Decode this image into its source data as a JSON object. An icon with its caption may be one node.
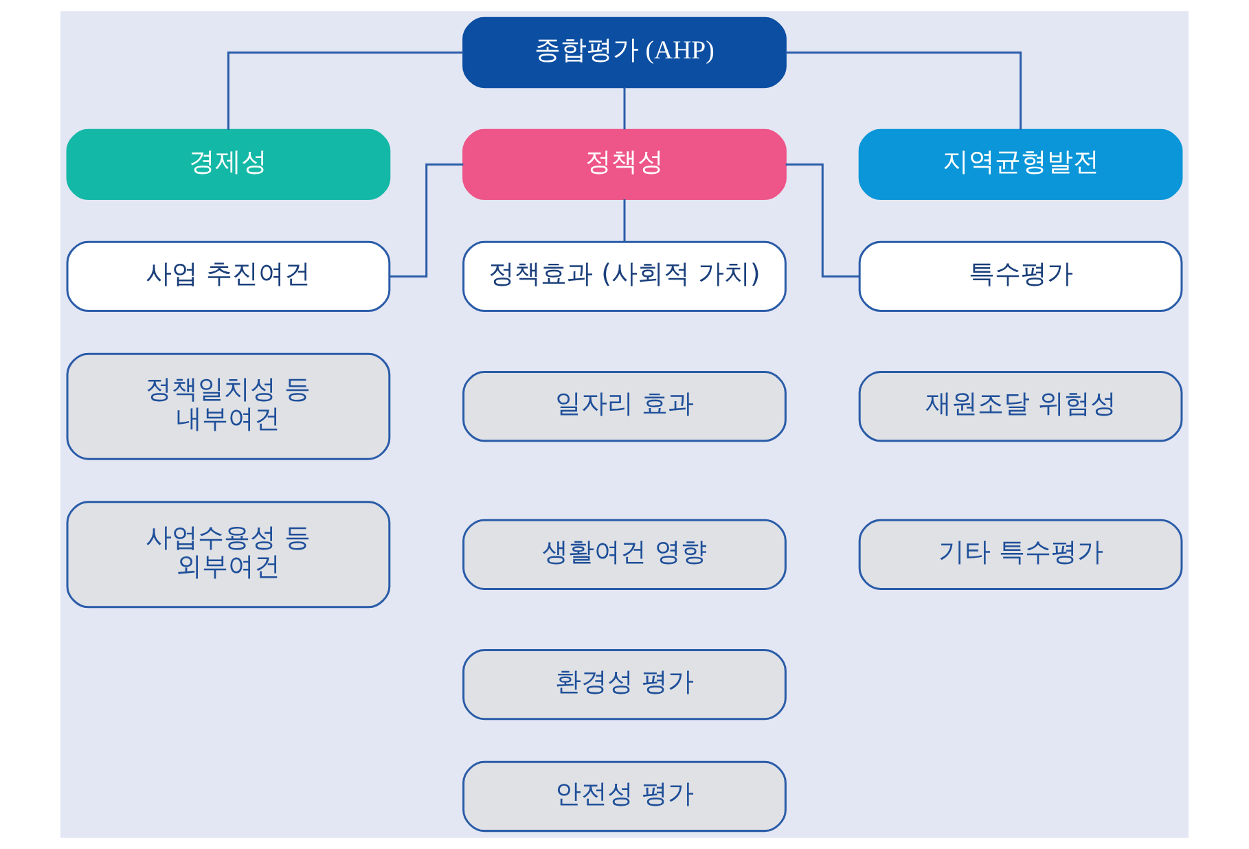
{
  "diagram": {
    "nodes": [
      {
        "text": [
          "종합평가 (AHP)"
        ]
      },
      {
        "text": [
          "경제성"
        ]
      },
      {
        "text": [
          "정책성"
        ]
      },
      {
        "text": [
          "지역균형발전"
        ]
      },
      {
        "text": [
          "사업 추진여건"
        ]
      },
      {
        "text": [
          "정책효과 (사회적 가치)"
        ]
      },
      {
        "text": [
          "특수평가"
        ]
      },
      {
        "text": [
          "정책일치성 등 내부여건"
        ]
      },
      {
        "text": [
          "사업수용성 등 외부여건"
        ]
      },
      {
        "text": [
          "일자리 효과"
        ]
      },
      {
        "text": [
          "생활여건 영향"
        ]
      },
      {
        "text": [
          "환경성 평가"
        ]
      },
      {
        "text": [
          "안전성 평가"
        ]
      },
      {
        "text": [
          "재원조달 위험성"
        ]
      },
      {
        "text": [
          "기타 특수평가"
        ]
      }
    ],
    "edges": [
      {
        "from": 0,
        "to": 1,
        "arrow": "none"
      },
      {
        "from": 0,
        "to": 2,
        "arrow": "none"
      },
      {
        "from": 0,
        "to": 3,
        "arrow": "none"
      },
      {
        "from": 2,
        "to": 4,
        "arrow": "none"
      },
      {
        "from": 2,
        "to": 5,
        "arrow": "none"
      },
      {
        "from": 2,
        "to": 6,
        "arrow": "none"
      }
    ]
  }
}
